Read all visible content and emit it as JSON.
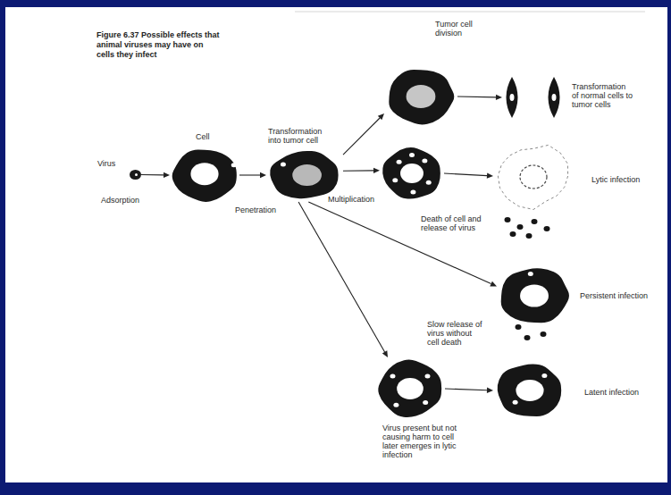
{
  "diagram": {
    "title": "Figure 6.37 Possible effects that animal viruses may have on cells they infect",
    "nodes": [
      {
        "text": [
          "Virus"
        ]
      },
      {
        "text": [
          "Cell"
        ]
      },
      {
        "text": [
          "Transformation into tumor cell"
        ]
      },
      {
        "text": [
          "Tumor cell division"
        ]
      },
      {
        "text": [
          "Transformation of normal cells to tumor cells"
        ]
      },
      {
        "text": [
          "Multiplication"
        ]
      },
      {
        "text": [
          "Lytic infection"
        ]
      },
      {
        "text": [
          "Slow release of virus without cell death",
          "Persistent infection"
        ]
      },
      {
        "text": [
          "Virus present but not causing harm to cell later emerges in lytic infection"
        ]
      },
      {
        "text": [
          "Latent infection"
        ]
      }
    ],
    "edges": [
      {
        "from": 0,
        "to": 1,
        "arrow": "to",
        "label": "Adsorption"
      },
      {
        "from": 1,
        "to": 2,
        "arrow": "to",
        "label": "Penetration"
      },
      {
        "from": 2,
        "to": 3,
        "arrow": "to"
      },
      {
        "from": 3,
        "to": 4,
        "arrow": "to"
      },
      {
        "from": 2,
        "to": 5,
        "arrow": "to"
      },
      {
        "from": 5,
        "to": 6,
        "arrow": "to",
        "label": "Death of cell and release of virus"
      },
      {
        "from": 2,
        "to": 7,
        "arrow": "to"
      },
      {
        "from": 2,
        "to": 8,
        "arrow": "to"
      },
      {
        "from": 8,
        "to": 9,
        "arrow": "to"
      }
    ]
  }
}
